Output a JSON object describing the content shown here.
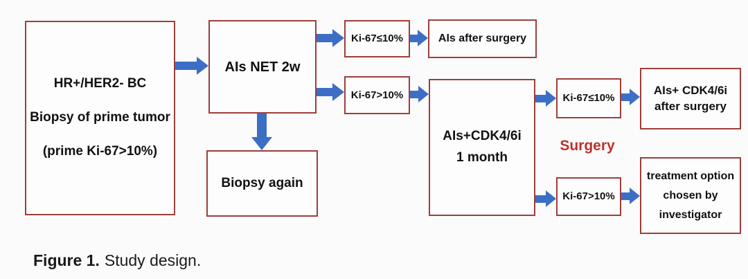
{
  "figure": {
    "caption_bold": "Figure 1.",
    "caption_rest": "Study design."
  },
  "boxes": {
    "hr_box": {
      "lines": [
        "HR+/HER2- BC",
        "Biopsy of prime tumor",
        "(prime Ki-67>10%)"
      ]
    },
    "ais_net": {
      "label": "AIs NET 2w"
    },
    "ki67_le_1": {
      "label": "Ki-67≤10%"
    },
    "ais_after_surgery": {
      "label": "AIs after surgery"
    },
    "ki67_gt_1": {
      "label": "Ki-67>10%"
    },
    "biopsy_again": {
      "label": "Biopsy again"
    },
    "ais_cdk": {
      "lines": [
        "AIs+CDK4/6i",
        "1 month"
      ]
    },
    "ki67_le_2": {
      "label": "Ki-67≤10%"
    },
    "ais_cdk_after": {
      "lines": [
        "AIs+ CDK4/6i",
        "after surgery"
      ]
    },
    "surgery": {
      "label": "Surgery"
    },
    "ki67_gt_2": {
      "label": "Ki-67>10%"
    },
    "treatment": {
      "lines": [
        "treatment option",
        "chosen by",
        "investigator"
      ]
    }
  },
  "colors": {
    "box_border": "#9d3e3c",
    "arrow_blue": "#3d6ec6",
    "surgery_red": "#c0302a",
    "text_black": "#111111",
    "background": "#fbfbfb"
  }
}
